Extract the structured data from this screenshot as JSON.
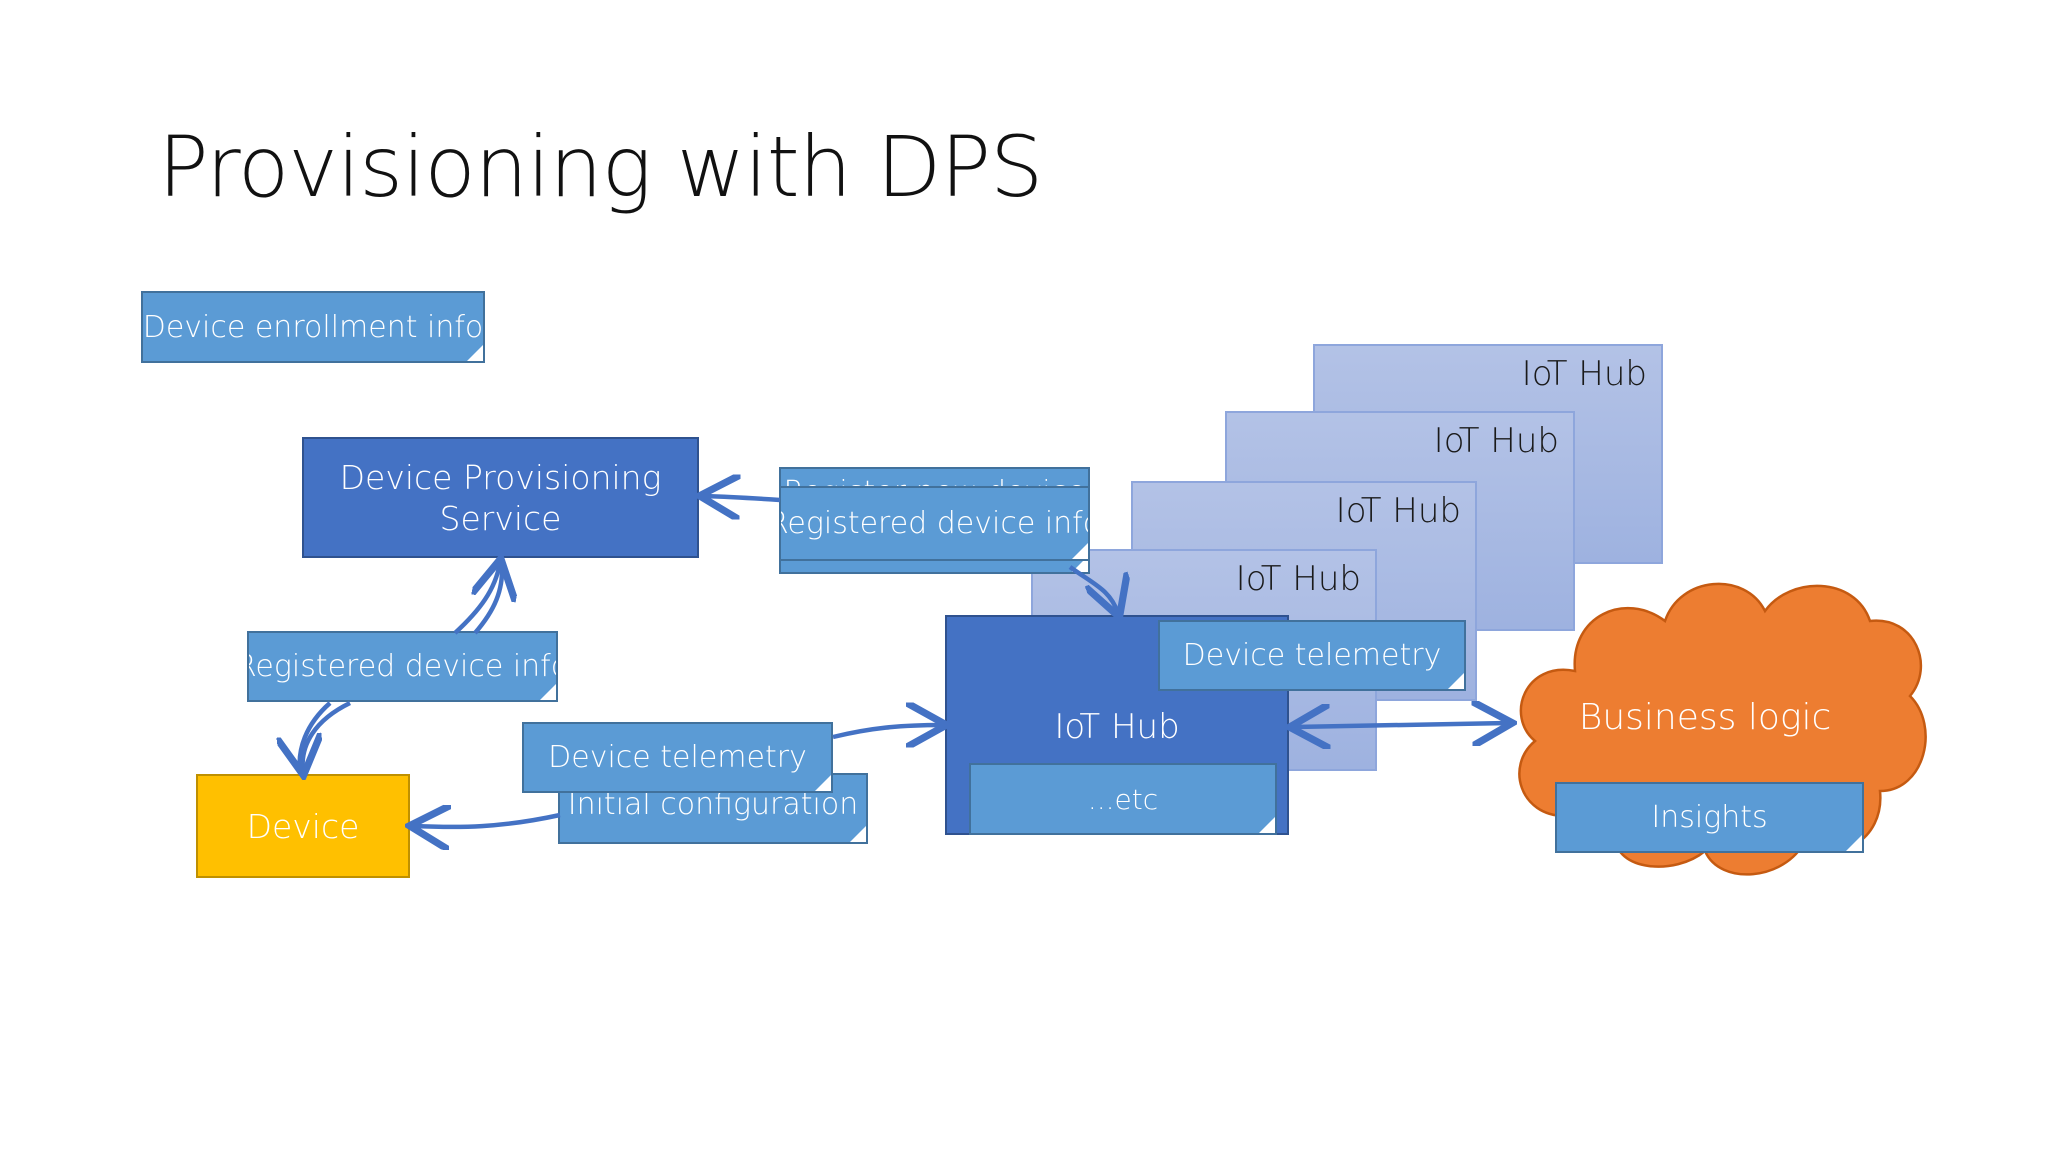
{
  "slide": {
    "title": "Provisioning with DPS"
  },
  "diagram": {
    "enrollment_note": "Device enrollment info",
    "dps_box": {
      "line1": "Device Provisioning",
      "line2": "Service"
    },
    "register_note_back": "Register new device",
    "registered_note_top": "Registered device info",
    "registered_note_left": "Registered device info",
    "device_box": "Device",
    "telemetry_note_left": "Device telemetry",
    "initial_config_note": "Initial configuration",
    "iot_hub_main": "IoT Hub",
    "etc_note": "...etc",
    "telemetry_note_hub": "Device telemetry",
    "stacked_hubs": [
      "IoT Hub",
      "IoT Hub",
      "IoT Hub",
      "IoT Hub"
    ],
    "business_logic": "Business logic",
    "insights_note": "Insights"
  },
  "colors": {
    "dps_fill": "#4472c4",
    "device_fill": "#ffc000",
    "note_fill": "#5b9bd5",
    "hub_fill": "#4472c4",
    "stacked_hub_fill": "#a9b9e4",
    "cloud_fill": "#ed7d31",
    "arrow": "#4472c4"
  }
}
